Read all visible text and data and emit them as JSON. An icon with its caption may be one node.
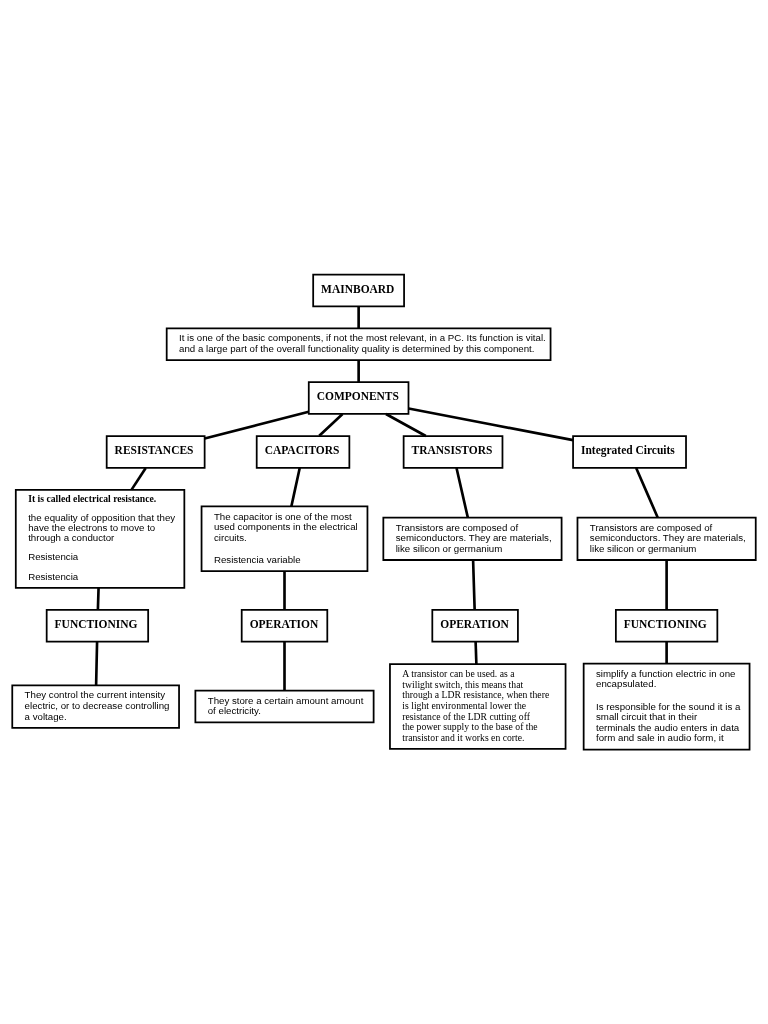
{
  "diagram": {
    "nodes": [
      {
        "text": [
          "MAINBOARD"
        ]
      },
      {
        "text": [
          "It is one of the basic components, if not the most relevant, in a PC. Its function is vital. and a large part of the overall functionality quality is determined by this component."
        ]
      },
      {
        "text": [
          "COMPONENTS"
        ]
      },
      {
        "text": [
          "RESISTANCES"
        ]
      },
      {
        "text": [
          "CAPACITORS"
        ]
      },
      {
        "text": [
          "TRANSISTORS"
        ]
      },
      {
        "text": [
          "Integrated Circuits"
        ]
      },
      {
        "text": [
          "It is called electrical resistance.",
          "the equality of opposition that they have the electrons to move to through a conductor",
          "Resistencia",
          "Resistencia"
        ]
      },
      {
        "text": [
          "FUNCTIONING"
        ]
      },
      {
        "text": [
          "They control the current intensity electric, or to decrease controlling a voltage."
        ]
      },
      {
        "text": [
          "The capacitor is one of the most used components in the electrical circuits.",
          "Resistencia variable"
        ]
      },
      {
        "text": [
          "OPERATION"
        ]
      },
      {
        "text": [
          "They store a certain amount amount of electricity."
        ]
      },
      {
        "text": [
          "Transistors are composed of semiconductors. They are materials, like silicon or germanium"
        ]
      },
      {
        "text": [
          "OPERATION"
        ]
      },
      {
        "text": [
          "A transistor can be used. as a twilight switch, this means that through a LDR resistance, when there is light environmental lower the resistance of the LDR cutting off the power supply to the base of the transistor and it works en corte."
        ]
      },
      {
        "text": [
          "Transistors are composed of semiconductors. They are materials, like silicon or germanium"
        ]
      },
      {
        "text": [
          "FUNCTIONING"
        ]
      },
      {
        "text": [
          "simplify a function electric in one encapsulated.",
          "Is responsible for the sound it is a small circuit that in their terminals the audio enters in data form and sale in audio form, it"
        ]
      }
    ],
    "edges": [
      {
        "from": 0,
        "to": 1,
        "arrow": "none"
      },
      {
        "from": 1,
        "to": 2,
        "arrow": "none"
      },
      {
        "from": 2,
        "to": 3,
        "arrow": "none"
      },
      {
        "from": 2,
        "to": 4,
        "arrow": "none"
      },
      {
        "from": 2,
        "to": 5,
        "arrow": "none"
      },
      {
        "from": 2,
        "to": 6,
        "arrow": "none"
      },
      {
        "from": 3,
        "to": 7,
        "arrow": "none"
      },
      {
        "from": 7,
        "to": 8,
        "arrow": "none"
      },
      {
        "from": 8,
        "to": 9,
        "arrow": "none"
      },
      {
        "from": 4,
        "to": 10,
        "arrow": "none"
      },
      {
        "from": 10,
        "to": 11,
        "arrow": "none"
      },
      {
        "from": 11,
        "to": 12,
        "arrow": "none"
      },
      {
        "from": 5,
        "to": 13,
        "arrow": "none"
      },
      {
        "from": 13,
        "to": 14,
        "arrow": "none"
      },
      {
        "from": 14,
        "to": 15,
        "arrow": "none"
      },
      {
        "from": 6,
        "to": 16,
        "arrow": "none"
      },
      {
        "from": 16,
        "to": 17,
        "arrow": "none"
      },
      {
        "from": 17,
        "to": 18,
        "arrow": "none"
      }
    ]
  }
}
